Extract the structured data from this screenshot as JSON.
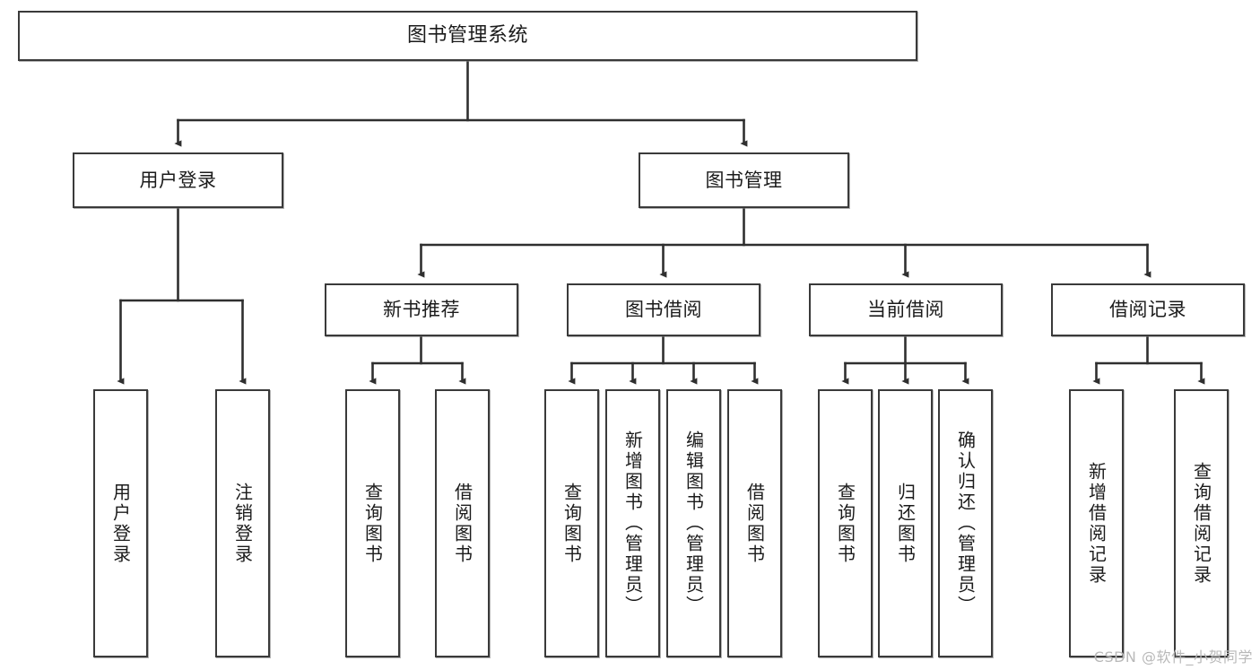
{
  "diagram": {
    "title": "图书管理系统",
    "type": "tree",
    "watermark": "CSDN @软件_小贺同学",
    "colors": {
      "box_border": "#3a3a3a",
      "box_fill": "#ffffff",
      "edge": "#2f2f2f",
      "text": "#1b1b1b",
      "watermark": "#b9b9b9",
      "background": "#ffffff"
    },
    "root": {
      "label": "图书管理系统",
      "orientation": "horizontal"
    },
    "level2": [
      {
        "label": "用户登录",
        "orientation": "horizontal"
      },
      {
        "label": "图书管理",
        "orientation": "horizontal"
      }
    ],
    "level3": [
      {
        "label": "新书推荐",
        "orientation": "horizontal"
      },
      {
        "label": "图书借阅",
        "orientation": "horizontal"
      },
      {
        "label": "当前借阅",
        "orientation": "horizontal"
      },
      {
        "label": "借阅记录",
        "orientation": "horizontal"
      }
    ],
    "leaves": {
      "user_login": [
        {
          "label": "用户登录",
          "orientation": "vertical"
        },
        {
          "label": "注销登录",
          "orientation": "vertical"
        }
      ],
      "new_book_recommend": [
        {
          "label": "查询图书",
          "orientation": "vertical"
        },
        {
          "label": "借阅图书",
          "orientation": "vertical"
        }
      ],
      "book_borrow": [
        {
          "label": "查询图书",
          "orientation": "vertical"
        },
        {
          "label": "新增图书（管理员）",
          "orientation": "vertical"
        },
        {
          "label": "编辑图书（管理员）",
          "orientation": "vertical"
        },
        {
          "label": "借阅图书",
          "orientation": "vertical"
        }
      ],
      "current_borrow": [
        {
          "label": "查询图书",
          "orientation": "vertical"
        },
        {
          "label": "归还图书",
          "orientation": "vertical"
        },
        {
          "label": "确认归还（管理员）",
          "orientation": "vertical"
        }
      ],
      "borrow_record": [
        {
          "label": "新增借阅记录",
          "orientation": "vertical"
        },
        {
          "label": "查询借阅记录",
          "orientation": "vertical"
        }
      ]
    }
  }
}
